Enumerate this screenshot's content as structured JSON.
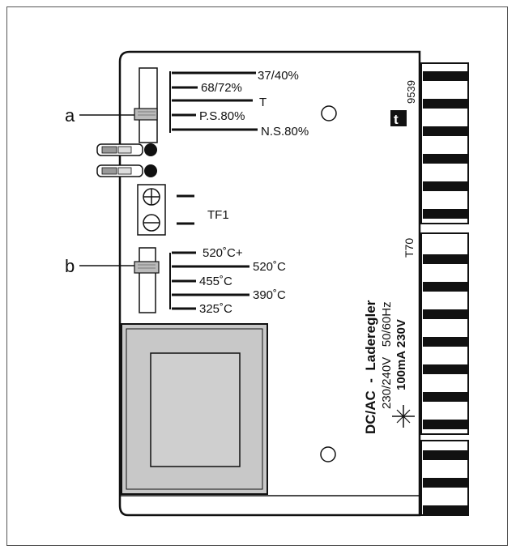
{
  "callouts": {
    "a": "a",
    "b": "b"
  },
  "top_switch": {
    "labels": [
      "37/40%",
      "68/72%",
      "T",
      "P.S.80%",
      "N.S.80%"
    ]
  },
  "trim": {
    "label": "TF1"
  },
  "bottom_switch": {
    "labels": [
      "520˚C+",
      "520˚C",
      "455˚C",
      "390˚C",
      "325˚C"
    ]
  },
  "board": {
    "code_top": "9539",
    "code_mid": "T70",
    "logo_letter": "t",
    "title": "DC/AC  -  Laderegler",
    "voltage": "230/240V   50/60Hz",
    "fuse": "100mA 230V"
  },
  "colors": {
    "ink": "#111111",
    "transformer_fill": "#c8c8c8",
    "paper": "#ffffff"
  }
}
